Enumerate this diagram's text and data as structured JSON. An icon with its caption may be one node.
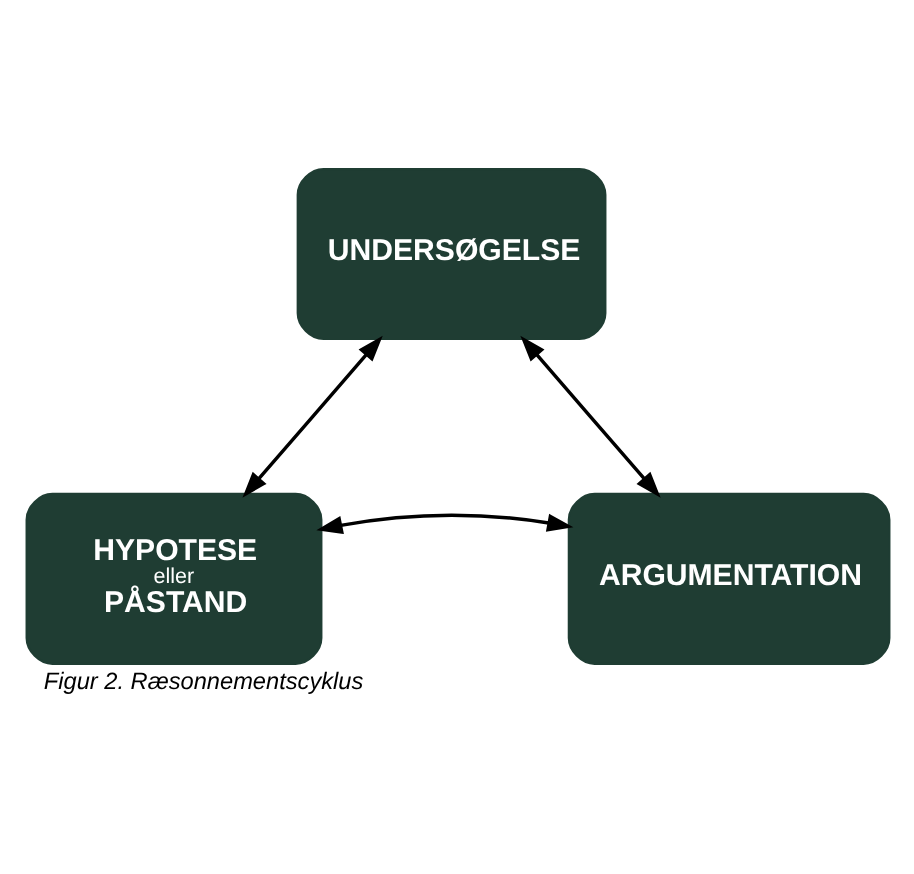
{
  "diagram": {
    "caption": "Figur 2. Ræsonnementscyklus",
    "nodes": [
      {
        "text": [
          "UNDERSØGELSE"
        ]
      },
      {
        "text": [
          "HYPOTESE",
          "eller",
          "PÅSTAND"
        ]
      },
      {
        "text": [
          "ARGUMENTATION"
        ]
      }
    ],
    "edges": [
      {
        "from": 0,
        "to": 1,
        "arrow": "both"
      },
      {
        "from": 1,
        "to": 2,
        "arrow": "both"
      },
      {
        "from": 2,
        "to": 0,
        "arrow": "both"
      }
    ]
  }
}
